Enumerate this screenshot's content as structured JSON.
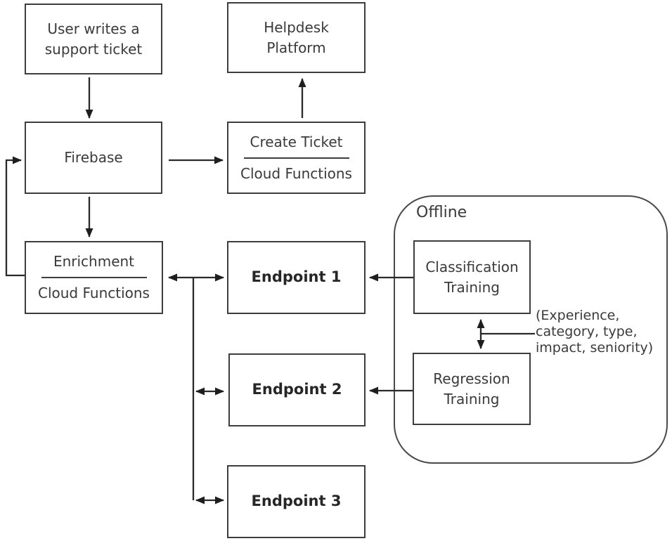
{
  "diagram": {
    "nodes": {
      "user_ticket": {
        "label": "User writes a support ticket"
      },
      "helpdesk": {
        "label": "Helpdesk Platform"
      },
      "firebase": {
        "label": "Firebase"
      },
      "create_ticket": {
        "top_label": "Create Ticket",
        "bottom_label": "Cloud Functions"
      },
      "enrichment": {
        "top_label": "Enrichment",
        "bottom_label": "Cloud Functions"
      },
      "endpoint1": {
        "label": "Endpoint 1"
      },
      "endpoint2": {
        "label": "Endpoint 2"
      },
      "endpoint3": {
        "label": "Endpoint 3"
      },
      "offline": {
        "label": "Offline"
      },
      "classification": {
        "label": "Classification Training"
      },
      "regression": {
        "label": "Regression Training"
      }
    },
    "annotation": {
      "full_text": "(Experience, category, type, impact, seniority)",
      "lines": [
        "(Experience,",
        "category, type,",
        "impact, seniority)"
      ]
    },
    "colors": {
      "background": "#ffffff",
      "box_border": "#3d3d3d",
      "text": "#3a3a3a",
      "arrow": "#1e1e1e"
    }
  }
}
